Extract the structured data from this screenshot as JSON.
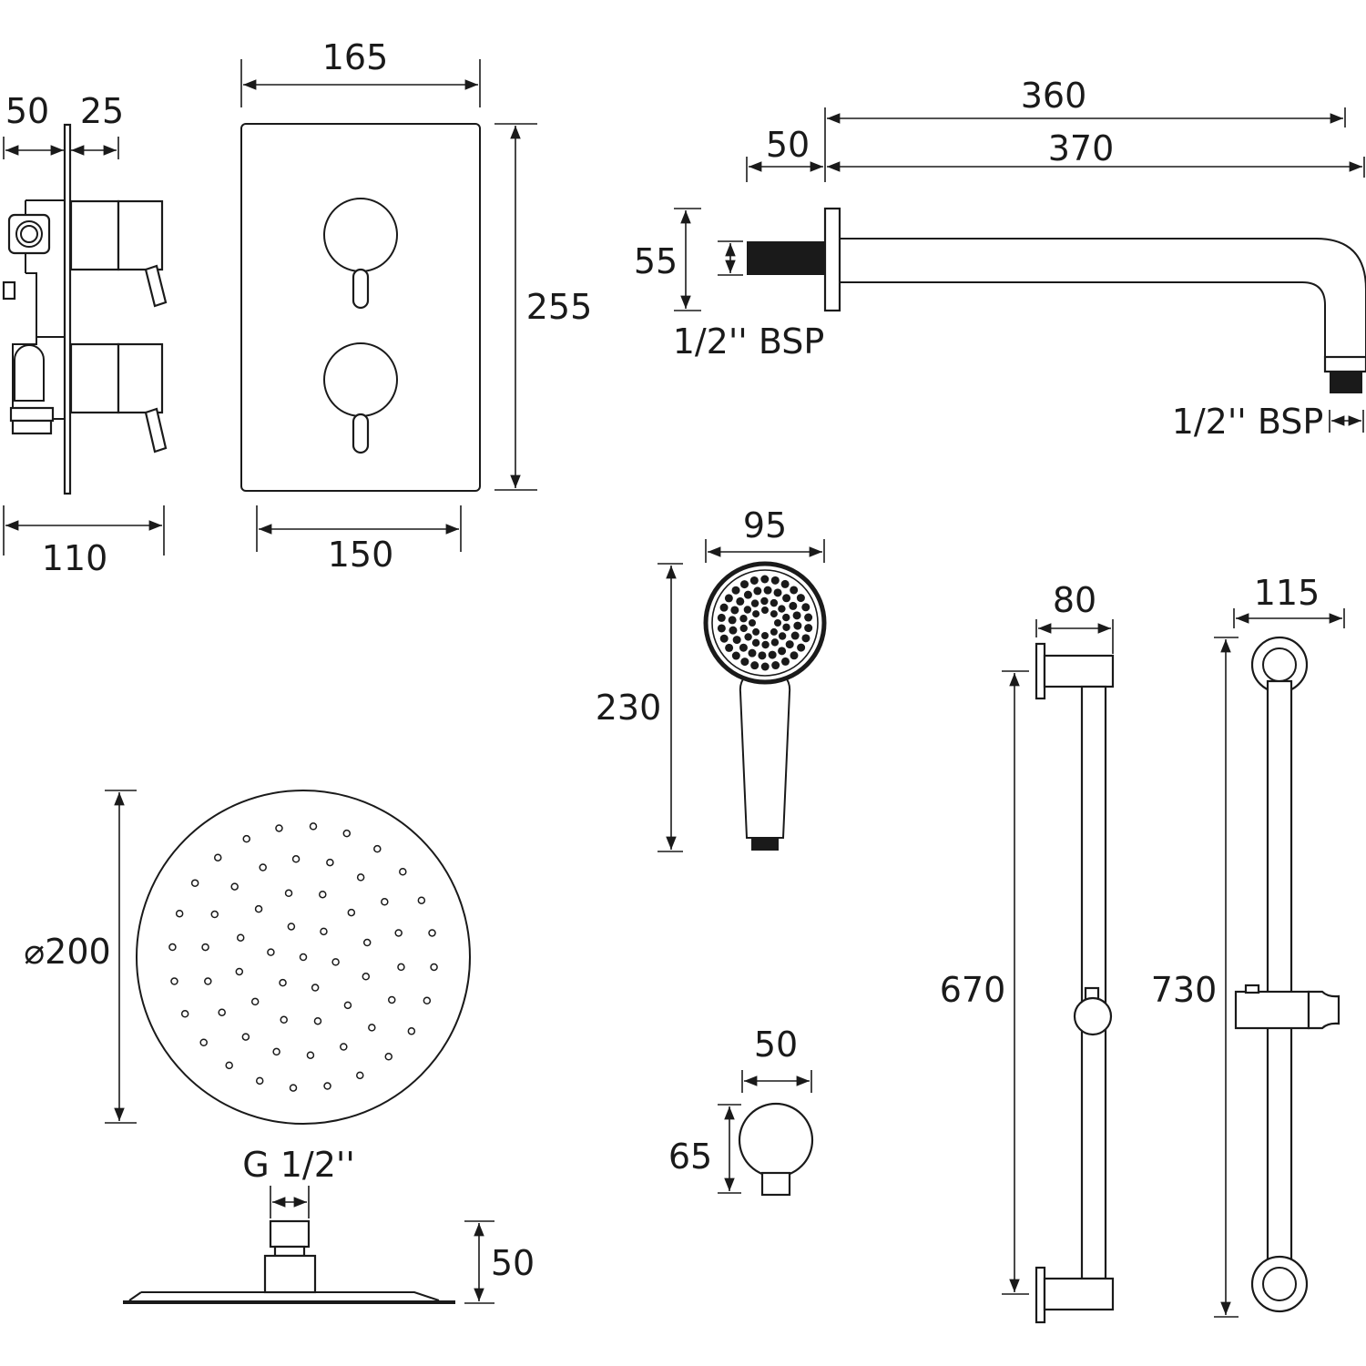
{
  "drawing": {
    "title": "Shower system dimension drawing",
    "units": "mm",
    "components": {
      "valve_side": {
        "depth_back": "50",
        "depth_front": "25",
        "total_depth": "110"
      },
      "valve_plate": {
        "width": "165",
        "inner_width": "150",
        "height": "255"
      },
      "shower_arm": {
        "flange_offset": "50",
        "length_a": "360",
        "length_b": "370",
        "drop": "55",
        "inlet_thread": "1/2'' BSP",
        "outlet_thread": "1/2'' BSP"
      },
      "handset": {
        "head_diameter": "95",
        "length": "230"
      },
      "wall_outlet": {
        "width": "50",
        "height": "65"
      },
      "riser_rail_80": {
        "projection": "80",
        "length": "670"
      },
      "riser_rail_115": {
        "projection": "115",
        "length": "730"
      },
      "overhead_shower": {
        "diameter": "⌀200",
        "connection": "G 1/2''",
        "height": "50"
      }
    }
  }
}
